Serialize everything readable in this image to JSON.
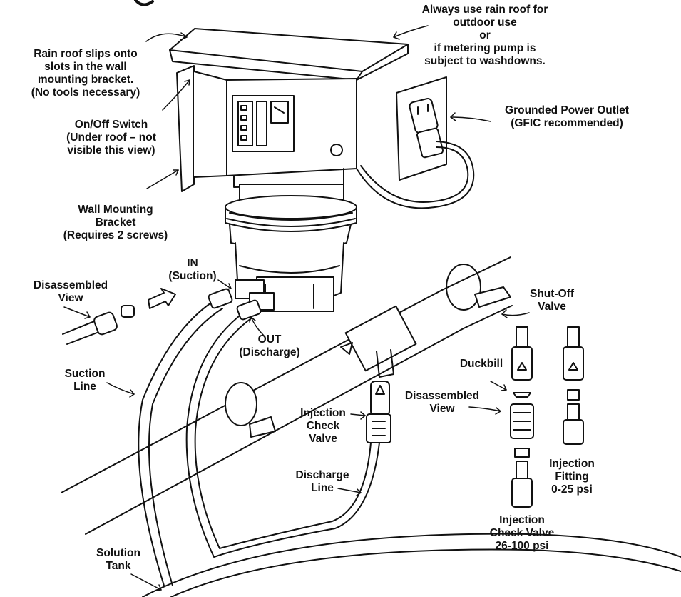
{
  "diagram": {
    "colors": {
      "ink": "#111111",
      "paper": "#ffffff"
    },
    "labels": {
      "rain_roof_note": [
        "Rain roof slips onto",
        "slots in the wall",
        "mounting bracket.",
        "(No tools necessary)"
      ],
      "outdoor_note": [
        "Always use rain roof for",
        "outdoor use",
        "or",
        "if metering pump is",
        "subject to washdowns."
      ],
      "onoff_switch": [
        "On/Off Switch",
        "(Under roof – not",
        "visible this view)"
      ],
      "power_outlet": [
        "Grounded Power Outlet",
        "(GFIC recommended)"
      ],
      "wall_bracket": [
        "Wall Mounting",
        "Bracket",
        "(Requires 2 screws)"
      ],
      "in_suction": [
        "IN",
        "(Suction)"
      ],
      "disassembled_view_left": [
        "Disassembled",
        "View"
      ],
      "shutoff_valve": [
        "Shut-Off",
        "Valve"
      ],
      "out_discharge": [
        "OUT",
        "(Discharge)"
      ],
      "suction_line": [
        "Suction",
        "Line"
      ],
      "duckbill": [
        "Duckbill"
      ],
      "disassembled_view_right": [
        "Disassembled",
        "View"
      ],
      "injection_check_valve": [
        "Injection",
        "Check",
        "Valve"
      ],
      "discharge_line": [
        "Discharge",
        "Line"
      ],
      "injection_fitting": [
        "Injection",
        "Fitting",
        "0-25 psi"
      ],
      "check_valve_psi": [
        "Injection",
        "Check Valve",
        "26-100 psi"
      ],
      "solution_tank": [
        "Solution",
        "Tank"
      ]
    }
  }
}
